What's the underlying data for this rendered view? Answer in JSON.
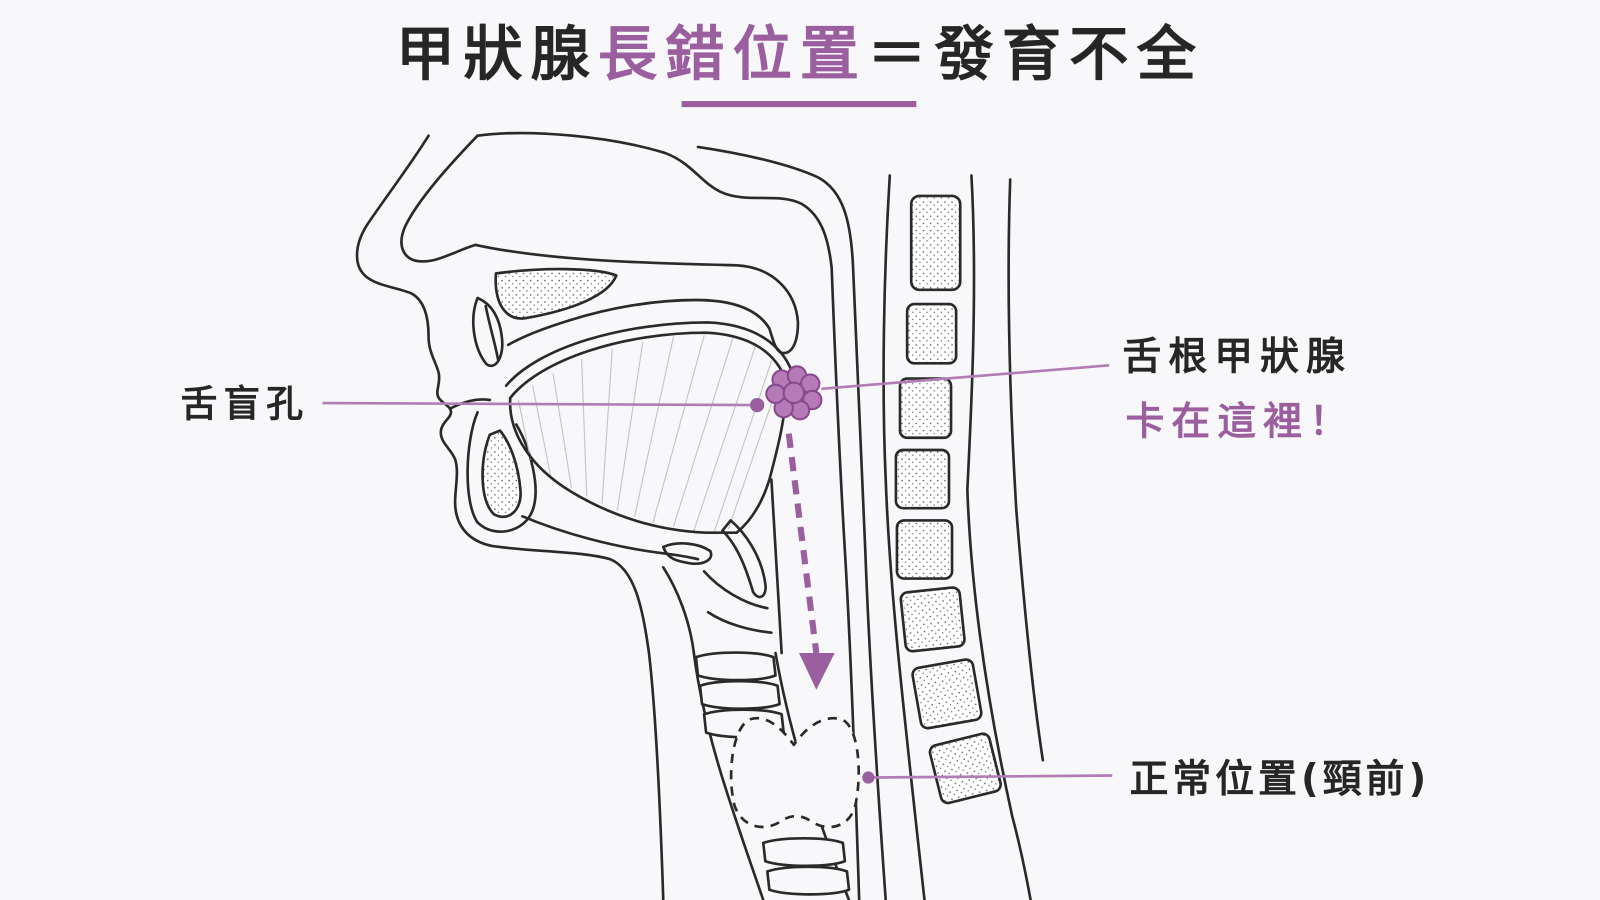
{
  "title": {
    "part1": "甲狀腺",
    "highlight": "長錯位置",
    "part2": "＝發育不全"
  },
  "labels": {
    "foramen_caecum": "舌盲孔",
    "lingual_thyroid_line1": "舌根甲狀腺",
    "lingual_thyroid_line2": "卡在這裡！",
    "normal_position": "正常位置(頸前)"
  },
  "colors": {
    "accent": "#9b5fa0",
    "accent_light": "#b27db6",
    "text": "#262626",
    "line_art": "#2a2a2a",
    "background": "#f8f8fa"
  }
}
